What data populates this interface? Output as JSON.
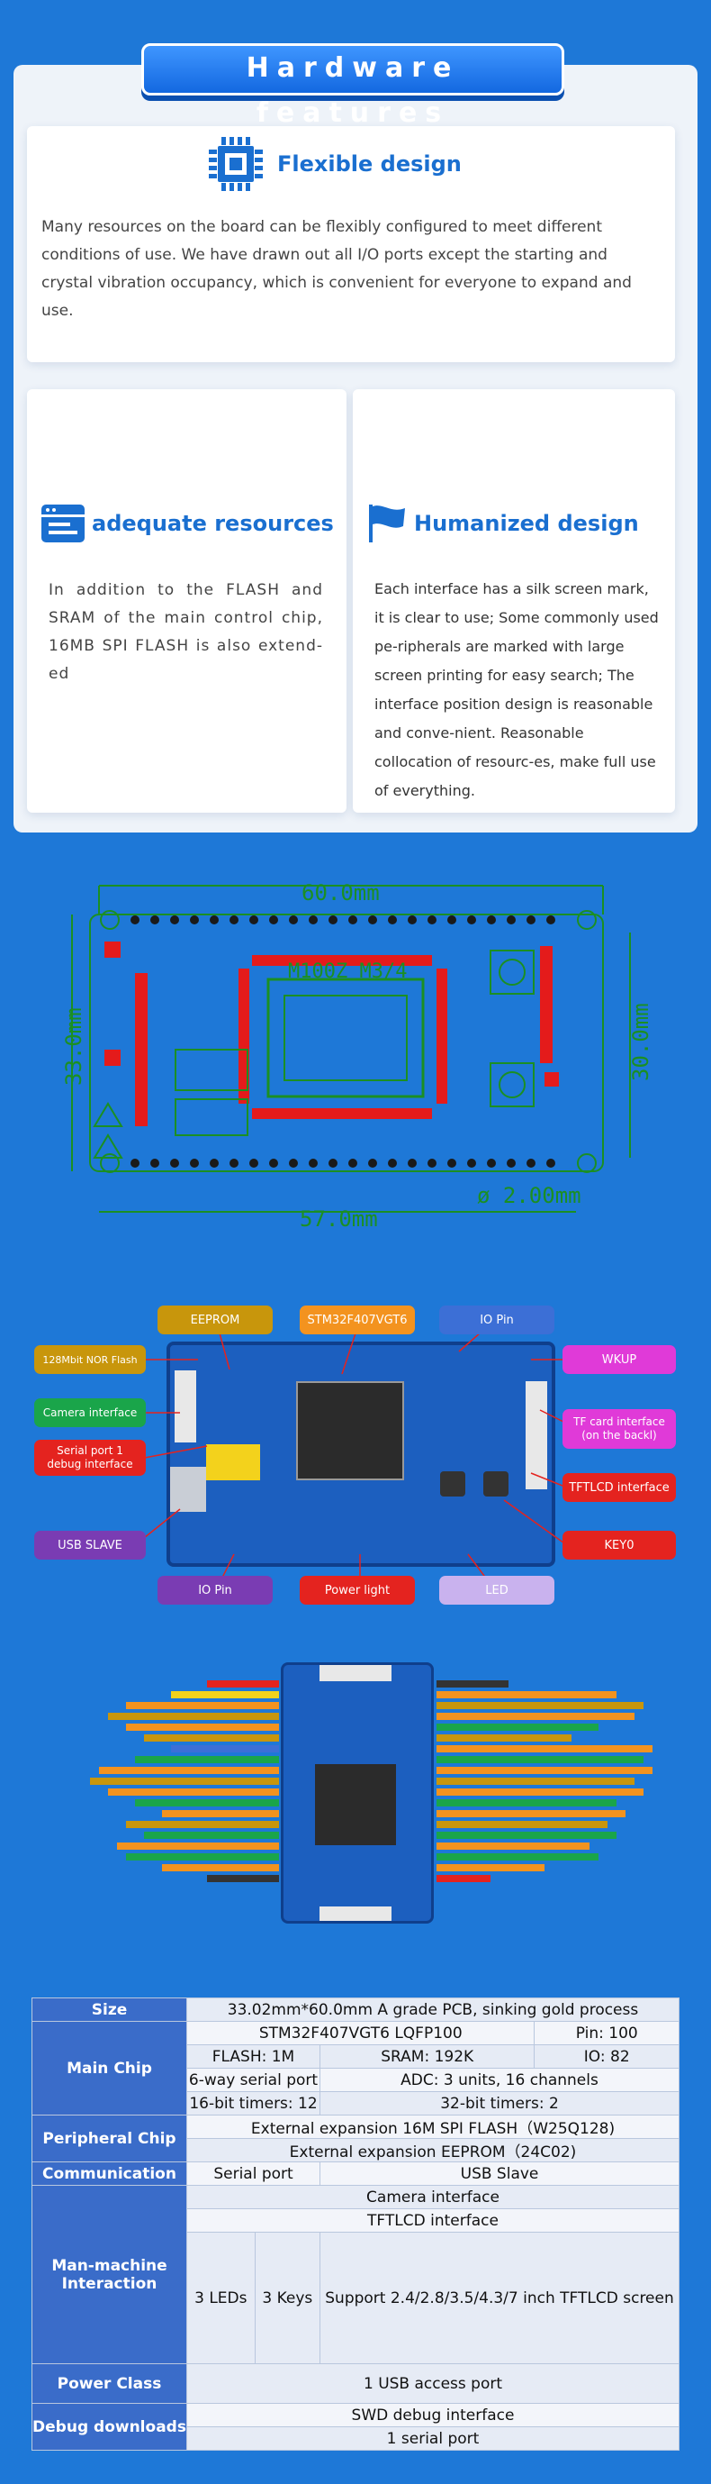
{
  "header": {
    "title": "Hardware features"
  },
  "features": {
    "flexible": {
      "title": "Flexible design",
      "text": "Many resources on the board can be flexibly configured to meet different conditions of use. We have drawn out all I/O ports except the starting and crystal vibration occupancy, which is convenient for everyone to expand and use."
    },
    "resources": {
      "title": "adequate resources",
      "text": "In addition to the FLASH and SRAM of the main control chip, 16MB SPI FLASH is also extend-ed"
    },
    "humanized": {
      "title": "Humanized design",
      "text": "Each interface has a silk screen mark, it is clear to use; Some commonly used pe-ripherals are marked with large screen printing for easy search; The interface position design is reasonable and conve-nient. Reasonable collocation of resourc-es, make full use of everything."
    }
  },
  "dimensions": {
    "width_top": "60.0mm",
    "width_bottom": "57.0mm",
    "height_left": "33.0mm",
    "height_right": "30.0mm",
    "hole": "ø 2.00mm",
    "board_label": "M100Z M3/4"
  },
  "callouts": {
    "eeprom": "EEPROM",
    "mcu": "STM32F407VGT6",
    "io_top": "IO Pin",
    "nor_flash": "128Mbit NOR Flash",
    "wkup": "WKUP",
    "camera": "Camera interface",
    "tf": "TF card interface (on the backl)",
    "serial": "Serial port 1 debug interface",
    "tftlcd": "TFTLCD interface",
    "usb_slave": "USB SLAVE",
    "key0": "KEY0",
    "io_bottom": "IO Pin",
    "power": "Power light",
    "led": "LED",
    "colors": {
      "gold": "#c8960c",
      "orange": "#f3931f",
      "blue": "#3c6fd6",
      "green": "#1aa54a",
      "red": "#e4231f",
      "purple": "#7a3cb3",
      "magenta": "#e03ad8",
      "lilac": "#c9b2ee"
    }
  },
  "spec": {
    "rows": [
      {
        "label": "Size",
        "cells": [
          "33.02mm*60.0mm A grade PCB, sinking gold process"
        ]
      },
      {
        "label": "Main Chip",
        "lines": [
          [
            "STM32F407VGT6 LQFP100",
            "Pin: 100"
          ],
          [
            "FLASH: 1M",
            "SRAM: 192K",
            "IO: 82"
          ],
          [
            "6-way serial port",
            "ADC: 3 units, 16 channels"
          ],
          [
            "16-bit timers: 12",
            "32-bit timers: 2"
          ]
        ]
      },
      {
        "label": "Peripheral Chip",
        "lines": [
          [
            "External expansion 16M SPI FLASH（W25Q128)"
          ],
          [
            "External expansion EEPROM（24C02)"
          ]
        ]
      },
      {
        "label": "Communication",
        "cells": [
          "Serial port",
          "USB Slave"
        ]
      },
      {
        "label": "Man-machine Interaction",
        "lines": [
          [
            "Camera interface"
          ],
          [
            "TFTLCD interface"
          ],
          [
            "3 LEDs",
            "3 Keys",
            "Support 2.4/2.8/3.5/4.3/7 inch TFTLCD screen"
          ]
        ]
      },
      {
        "label": "Power Class",
        "cells": [
          "1 USB access port"
        ]
      },
      {
        "label": "Debug downloads",
        "lines": [
          [
            "SWD debug interface"
          ],
          [
            "1 serial port"
          ]
        ]
      }
    ]
  }
}
